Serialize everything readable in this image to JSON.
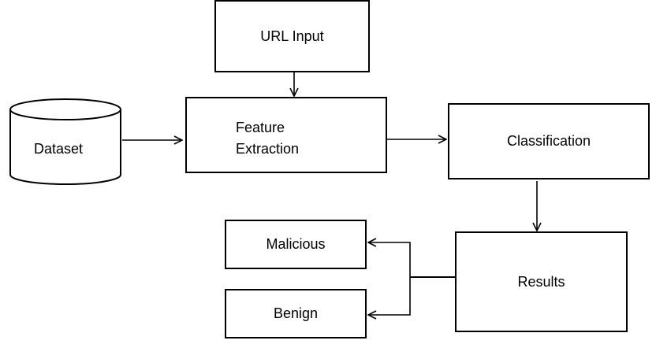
{
  "nodes": {
    "url_input": {
      "label": "URL Input"
    },
    "dataset": {
      "label": "Dataset"
    },
    "feature_extraction": {
      "line1": "Feature",
      "line2": "Extraction"
    },
    "classification": {
      "label": "Classification"
    },
    "results": {
      "label": "Results"
    },
    "malicious": {
      "label": "Malicious"
    },
    "benign": {
      "label": "Benign"
    }
  },
  "edges": [
    {
      "from": "url_input",
      "to": "feature_extraction"
    },
    {
      "from": "dataset",
      "to": "feature_extraction"
    },
    {
      "from": "feature_extraction",
      "to": "classification"
    },
    {
      "from": "classification",
      "to": "results"
    },
    {
      "from": "results",
      "to": "malicious"
    },
    {
      "from": "results",
      "to": "benign"
    }
  ]
}
